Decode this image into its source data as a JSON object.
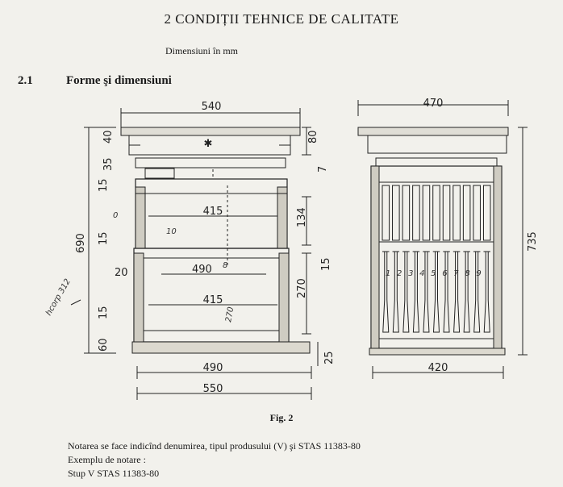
{
  "header": {
    "title": "2 CONDIȚII TEHNICE DE CALITATE",
    "units": "Dimensiuni în mm"
  },
  "section": {
    "number": "2.1",
    "title": "Forme şi dimensiuni"
  },
  "figure": {
    "caption": "Fig. 2",
    "left_view": {
      "dims": {
        "top_width": "540",
        "d80": "80",
        "d40": "40",
        "d35": "35",
        "d7": "7",
        "d15a": "15",
        "inner_top": "415",
        "d134": "134",
        "d690": "690",
        "d15b": "15",
        "d15c": "15",
        "d20": "20",
        "d490_inner": "490",
        "d270": "270",
        "inner_bottom": "415",
        "d15d": "15",
        "d60": "60",
        "d25": "25",
        "bottom_490": "490",
        "bottom_550": "550"
      },
      "handwritten": {
        "h0": "0",
        "h10": "10",
        "h8": "8",
        "h270": "270",
        "hcorp": "hcorp 312"
      }
    },
    "right_view": {
      "dims": {
        "top_width": "470",
        "d735": "735",
        "bottom_420": "420"
      },
      "frame_numbers": [
        "1",
        "2",
        "3",
        "4",
        "5",
        "6",
        "7",
        "8",
        "9"
      ]
    }
  },
  "notes": {
    "line1": "Notarea se face indicînd denumirea, tipul produsului (V) şi STAS 11383-80",
    "line2": "Exemplu de notare :",
    "line3": "Stup V STAS 11383-80"
  }
}
